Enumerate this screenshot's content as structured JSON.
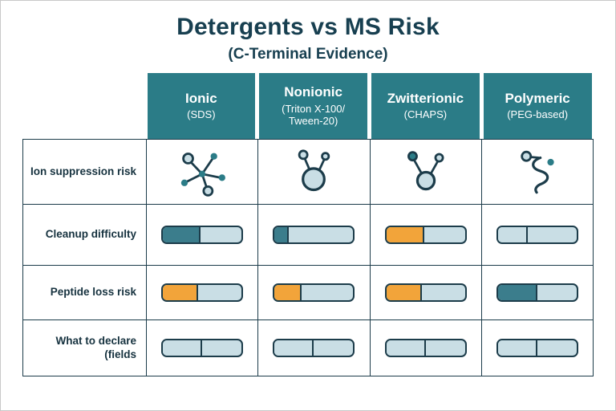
{
  "title": "Detergents vs MS Risk",
  "subtitle": "(C-Terminal Evidence)",
  "colors": {
    "dark_teal": "#3b7d8c",
    "light_blue": "#c9dee5",
    "orange": "#f2a43a",
    "header_bg": "#2b7c87",
    "border": "#1c3c4a"
  },
  "columns": [
    {
      "label": "Ionic",
      "sublabel": "(SDS)",
      "icon": "branched-molecule-icon"
    },
    {
      "label": "Nonionic",
      "sublabel": "(Triton X-100/ Tween-20)",
      "icon": "micelle-icon"
    },
    {
      "label": "Zwitterionic",
      "sublabel": "(CHAPS)",
      "icon": "zwitterion-icon"
    },
    {
      "label": "Polymeric",
      "sublabel": "(PEG-based)",
      "icon": "polymer-chain-icon"
    }
  ],
  "rows": [
    {
      "label": "Ion suppression risk",
      "type": "icon"
    },
    {
      "label": "Cleanup difficulty",
      "type": "bar",
      "bars": [
        {
          "pct": 48,
          "color": "dark_teal"
        },
        {
          "pct": 18,
          "color": "dark_teal"
        },
        {
          "pct": 48,
          "color": "orange"
        },
        {
          "pct": 38,
          "color": "light_blue"
        }
      ]
    },
    {
      "label": "Peptide loss risk",
      "type": "bar",
      "bars": [
        {
          "pct": 45,
          "color": "orange"
        },
        {
          "pct": 34,
          "color": "orange"
        },
        {
          "pct": 45,
          "color": "orange"
        },
        {
          "pct": 50,
          "color": "dark_teal"
        }
      ]
    },
    {
      "label": "What to declare (fields",
      "type": "bar",
      "bars": [
        {
          "pct": 50,
          "color": "light_blue"
        },
        {
          "pct": 50,
          "color": "light_blue"
        },
        {
          "pct": 50,
          "color": "light_blue"
        },
        {
          "pct": 50,
          "color": "light_blue"
        }
      ]
    }
  ]
}
